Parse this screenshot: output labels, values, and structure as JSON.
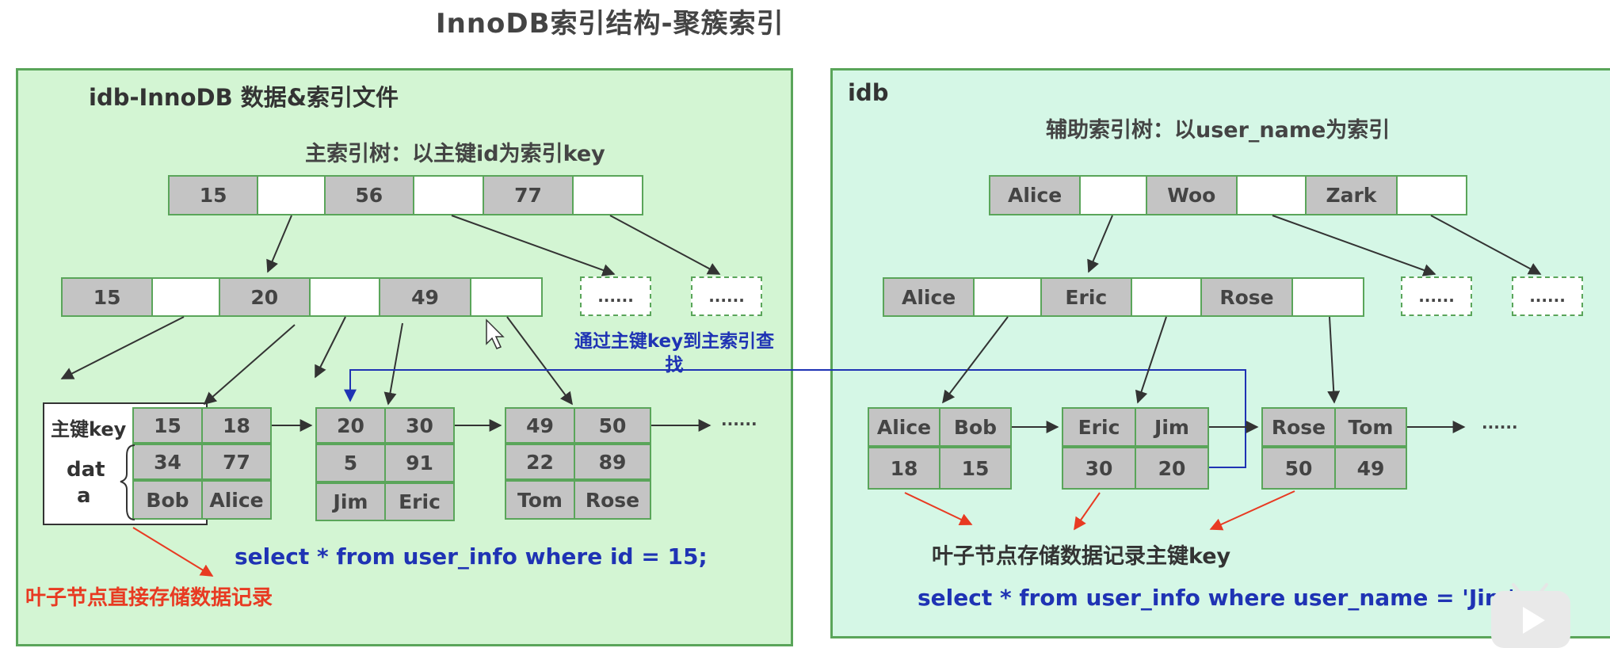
{
  "title": "InnoDB索引结构-聚簇索引",
  "left": {
    "panel_title": "idb-InnoDB 数据&索引文件",
    "subtitle": "主索引树：以主键id为索引key",
    "root_keys": [
      "15",
      "56",
      "77"
    ],
    "mid_keys": [
      "15",
      "20",
      "49"
    ],
    "placeholder": "......",
    "pk_label": "主键key",
    "data_label_1": "dat",
    "data_label_2": "a",
    "leaves": [
      {
        "r1": [
          "15",
          "18"
        ],
        "r2": [
          "34",
          "77"
        ],
        "r3": [
          "Bob",
          "Alice"
        ]
      },
      {
        "r1": [
          "20",
          "30"
        ],
        "r2": [
          "5",
          "91"
        ],
        "r3": [
          "Jim",
          "Eric"
        ]
      },
      {
        "r1": [
          "49",
          "50"
        ],
        "r2": [
          "22",
          "89"
        ],
        "r3": [
          "Tom",
          "Rose"
        ]
      }
    ],
    "lookup_note": "通过主键key到主索引查找",
    "sql": "select  * from user_info  where id = 15;",
    "leaf_note": "叶子节点直接存储数据记录"
  },
  "right": {
    "panel_title": "idb",
    "subtitle": "辅助索引树：以user_name为索引",
    "root_keys": [
      "Alice",
      "Woo",
      "Zark"
    ],
    "mid_keys": [
      "Alice",
      "Eric",
      "Rose"
    ],
    "placeholder": "......",
    "leaves": [
      {
        "r1": [
          "Alice",
          "Bob"
        ],
        "r2": [
          "18",
          "15"
        ]
      },
      {
        "r1": [
          "Eric",
          "Jim"
        ],
        "r2": [
          "30",
          "20"
        ]
      },
      {
        "r1": [
          "Rose",
          "Tom"
        ],
        "r2": [
          "50",
          "49"
        ]
      }
    ],
    "leaf_note": "叶子节点存储数据记录主键key",
    "sql": "select  * from user_info  where user_name = 'Jim';"
  },
  "colors": {
    "panel_left_bg": "#d3f5d3",
    "panel_right_bg": "#d5f7e6",
    "border_green": "#5aa55a",
    "key_cell_gray": "#c4c4c4",
    "sql_blue": "#1f33b4",
    "note_red": "#e83a22"
  },
  "icons": [
    "mouse-cursor-icon",
    "video-play-icon"
  ]
}
